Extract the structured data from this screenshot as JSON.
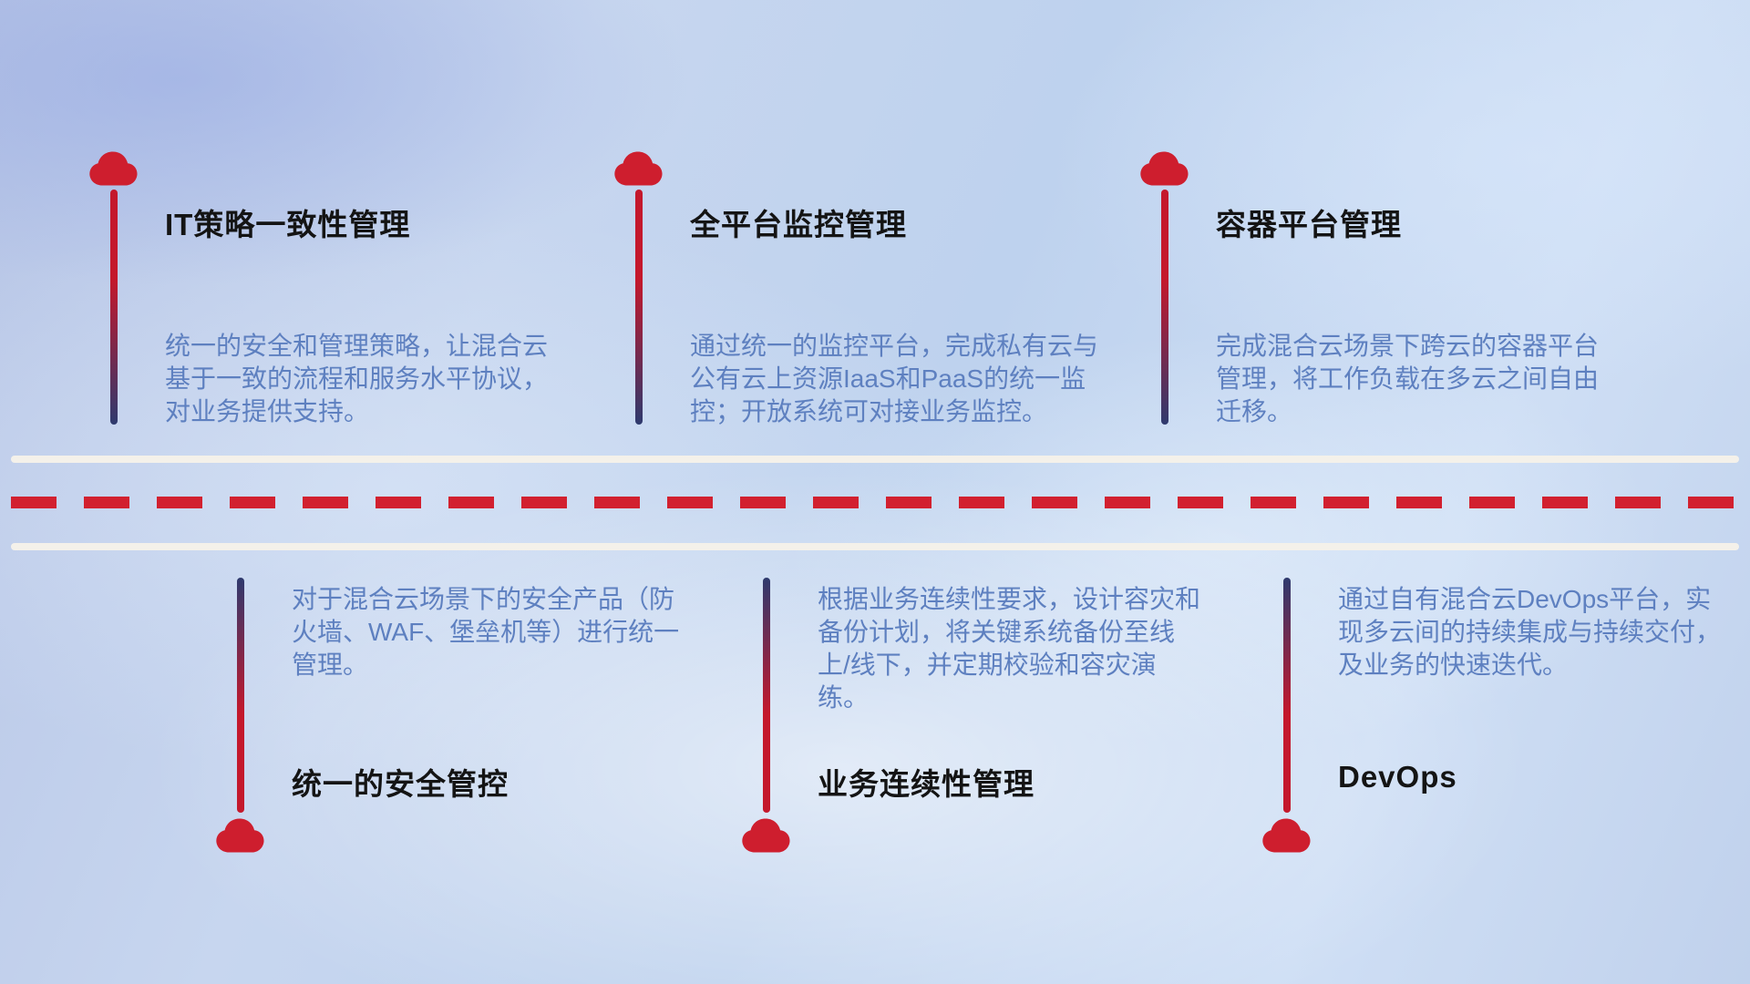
{
  "colors": {
    "cloud_red": "#ce1e2e",
    "pole_red": "#c4182c",
    "pole_navy": "#2e3a6e",
    "title_color": "#141414",
    "body_color": "#5e80c0",
    "dash_red": "#d2202f",
    "road_white": "#f4f1ea"
  },
  "top_items": [
    {
      "title": "IT策略一致性管理",
      "body": "统一的安全和管理策略，让混合云基于一致的流程和服务水平协议，对业务提供支持。"
    },
    {
      "title": "全平台监控管理",
      "body": "通过统一的监控平台，完成私有云与公有云上资源IaaS和PaaS的统一监控；开放系统可对接业务监控。"
    },
    {
      "title": "容器平台管理",
      "body": "完成混合云场景下跨云的容器平台管理，将工作负载在多云之间自由迁移。"
    }
  ],
  "bottom_items": [
    {
      "title": "统一的安全管控",
      "body": "对于混合云场景下的安全产品（防火墙、WAF、堡垒机等）进行统一管理。"
    },
    {
      "title": "业务连续性管理",
      "body": "根据业务连续性要求，设计容灾和备份计划，将关键系统备份至线上/线下，并定期校验和容灾演练。"
    },
    {
      "title": "DevOps",
      "body": "通过自有混合云DevOps平台，实现多云间的持续集成与持续交付，及业务的快速迭代。"
    }
  ]
}
